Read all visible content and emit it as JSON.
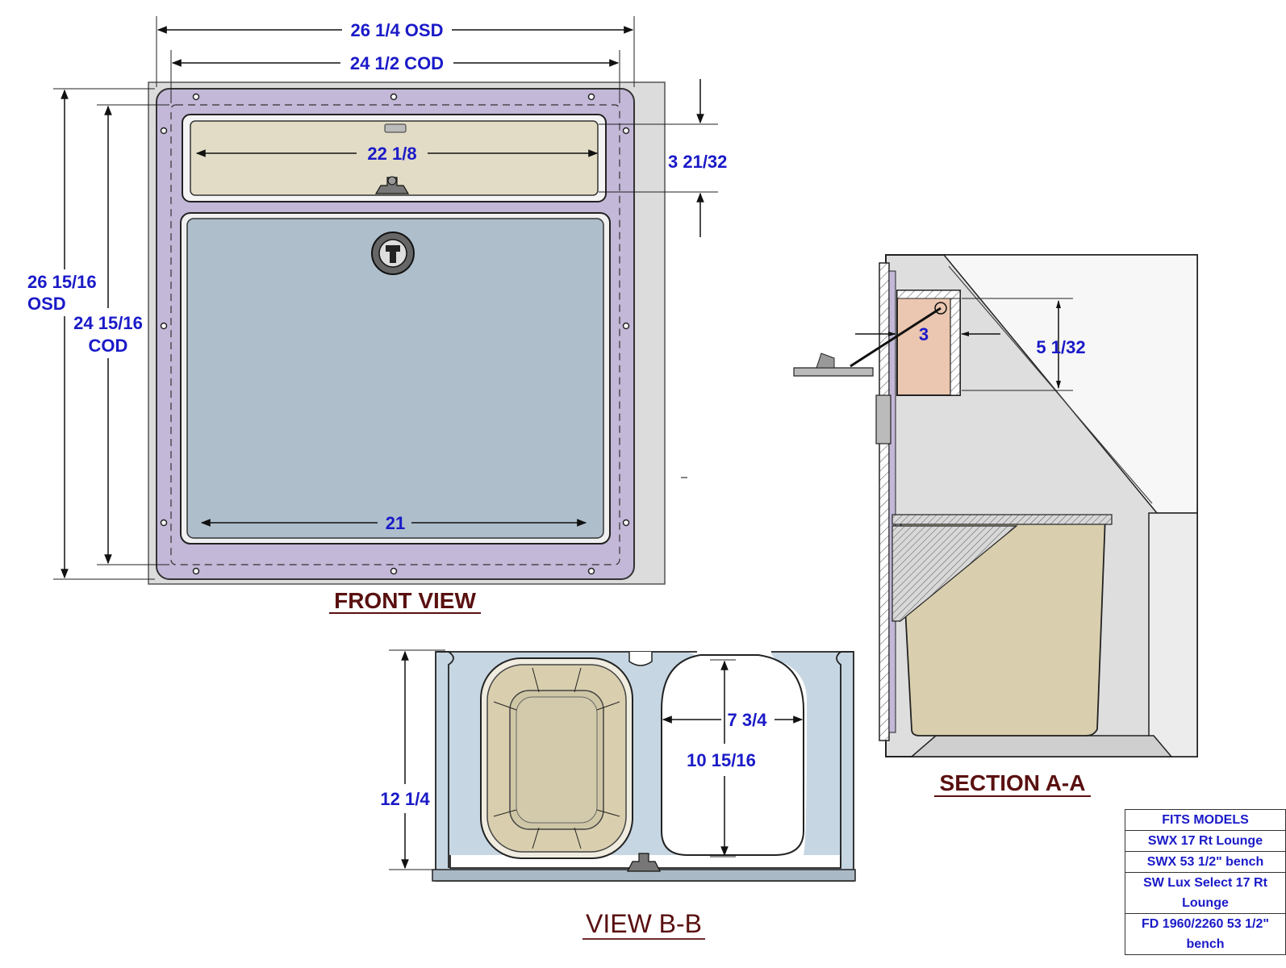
{
  "front_view": {
    "title": "FRONT VIEW",
    "dims": {
      "osd_width": "26 1/4 OSD",
      "cod_width": "24 1/2 COD",
      "osd_height_value": "26 15/16",
      "osd_height_unit": "OSD",
      "cod_height_value": "24 15/16",
      "cod_height_unit": "COD",
      "top_opening_height": "3 21/32",
      "top_opening_width": "22 1/8",
      "bottom_opening_width": "21"
    }
  },
  "section_aa": {
    "title": "SECTION A-A",
    "dims": {
      "bin_depth": "3",
      "bin_height": "5 1/32"
    }
  },
  "view_bb": {
    "title": "VIEW B-B",
    "dims": {
      "depth": "12 1/4",
      "opening_width": "7 3/4",
      "opening_depth": "10 15/16"
    }
  },
  "fits_models": {
    "header": "FITS MODELS",
    "items": [
      "SWX 17 Rt Lounge",
      "SWX 53 1/2\" bench",
      "SW Lux Select 17 Rt Lounge",
      "FD 1960/2260   53 1/2\" bench"
    ]
  },
  "colors": {
    "flange": "#c3b8d8",
    "background_panel": "#dcdcdc",
    "top_door": "#e2dcc6",
    "main_door": "#aebecb",
    "bin": "#d9cfae",
    "tray": "#c6d6e2",
    "dimension_text": "#1a1ac8",
    "view_title": "#5a1010"
  }
}
